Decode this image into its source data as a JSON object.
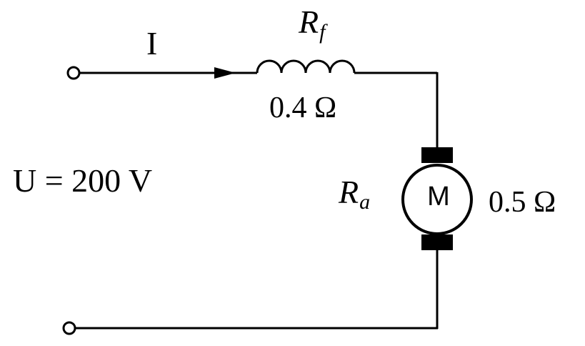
{
  "circuit": {
    "current_label": "I",
    "field_resistor": {
      "symbol": "R",
      "subscript": "f",
      "value": "0.4 Ω"
    },
    "supply_voltage": "U = 200 V",
    "armature": {
      "symbol": "R",
      "subscript": "a",
      "value": "0.5 Ω"
    },
    "motor_letter": "M"
  }
}
